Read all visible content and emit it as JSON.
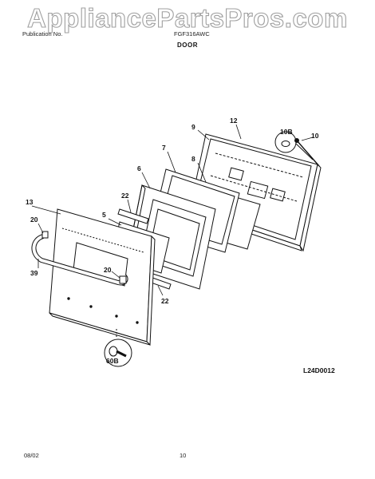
{
  "watermark": "AppliancePartsPros.com",
  "header": {
    "publication_no": "Publication No.",
    "model": "FGF316AWC",
    "section_title": "DOOR"
  },
  "callouts": [
    "9",
    "12",
    "10B",
    "10",
    "7",
    "8",
    "6",
    "22",
    "13",
    "5",
    "20",
    "39",
    "20",
    "22",
    "60B"
  ],
  "diagram_code": "L24D0012",
  "footer": {
    "date": "08/02",
    "page": "10"
  }
}
